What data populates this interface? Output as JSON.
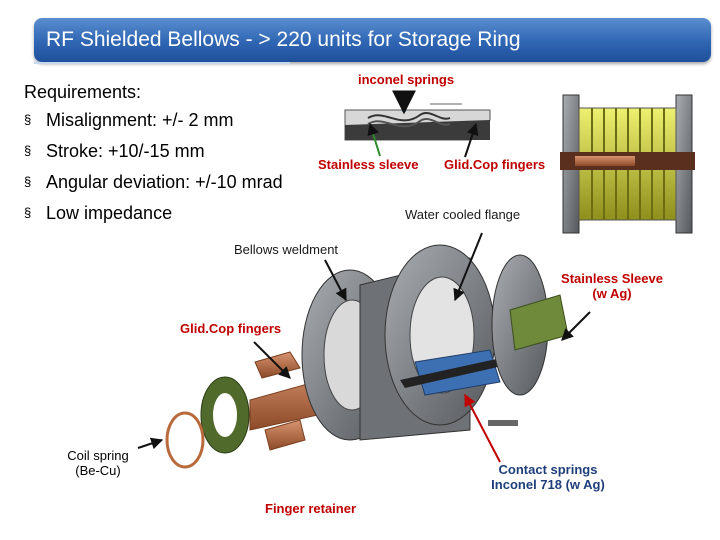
{
  "title": "RF Shielded Bellows - > 220 units for Storage Ring",
  "requirements": {
    "heading": "Requirements:",
    "bullet": "§",
    "items": [
      "Misalignment: +/- 2 mm",
      "Stroke: +10/-15 mm",
      "Angular deviation: +/-10 mrad",
      "Low impedance"
    ]
  },
  "labels": {
    "inconel_springs": "inconel springs",
    "stainless_sleeve": "Stainless sleeve",
    "glidcop_fingers_top": "Glid.Cop fingers",
    "water_cooled_flange": "Water cooled flange",
    "bellows_weldment": "Bellows weldment",
    "stainless_sleeve_ag_line1": "Stainless Sleeve",
    "stainless_sleeve_ag_line2": "(w Ag)",
    "glidcop_fingers_mid": "Glid.Cop fingers",
    "coil_spring_line1": "Coil spring",
    "coil_spring_line2": "(Be-Cu)",
    "contact_springs_line1": "Contact springs",
    "contact_springs_line2": "Inconel 718 (w Ag)",
    "finger_retainer": "Finger retainer"
  },
  "colors": {
    "title_bar": "#2f66b3",
    "label_red": "#c00000",
    "label_blue": "#1f3f7a",
    "copper": "#b86a3c",
    "steel": "#7f8387",
    "yellow_bellows": "#d6d93a",
    "olive_ring": "#4f6a2a"
  }
}
